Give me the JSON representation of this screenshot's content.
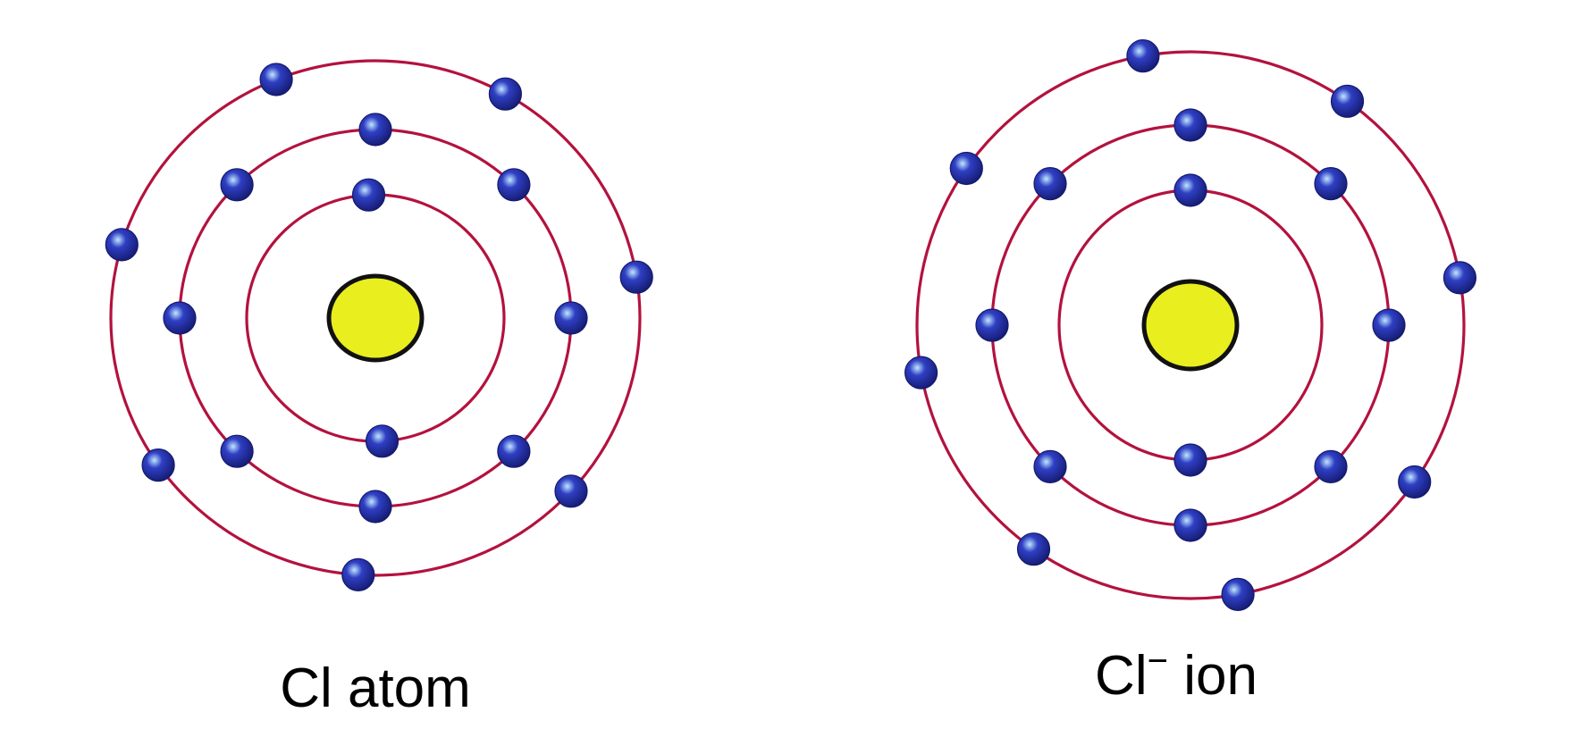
{
  "colors": {
    "background": "#ffffff",
    "orbit": "#b3123e",
    "nucleus_fill": "#e9ee1f",
    "nucleus_stroke": "#111111",
    "electron": "#2f3fc4",
    "electron_dark": "#141a6e",
    "electron_highlight": "#bfe7ff",
    "label": "#000000"
  },
  "atoms": [
    {
      "id": "cl-atom",
      "label": "Cl atom",
      "symbol": "Cl",
      "superscript": "",
      "suffix": " atom",
      "shells": [
        {
          "shell": 1,
          "electrons": 2
        },
        {
          "shell": 2,
          "electrons": 8
        },
        {
          "shell": 3,
          "electrons": 7
        }
      ]
    },
    {
      "id": "cl-ion",
      "label": "Cl⁻ ion",
      "symbol": "Cl",
      "superscript": "−",
      "suffix": " ion",
      "shells": [
        {
          "shell": 1,
          "electrons": 2
        },
        {
          "shell": 2,
          "electrons": 8
        },
        {
          "shell": 3,
          "electrons": 8
        }
      ]
    }
  ]
}
